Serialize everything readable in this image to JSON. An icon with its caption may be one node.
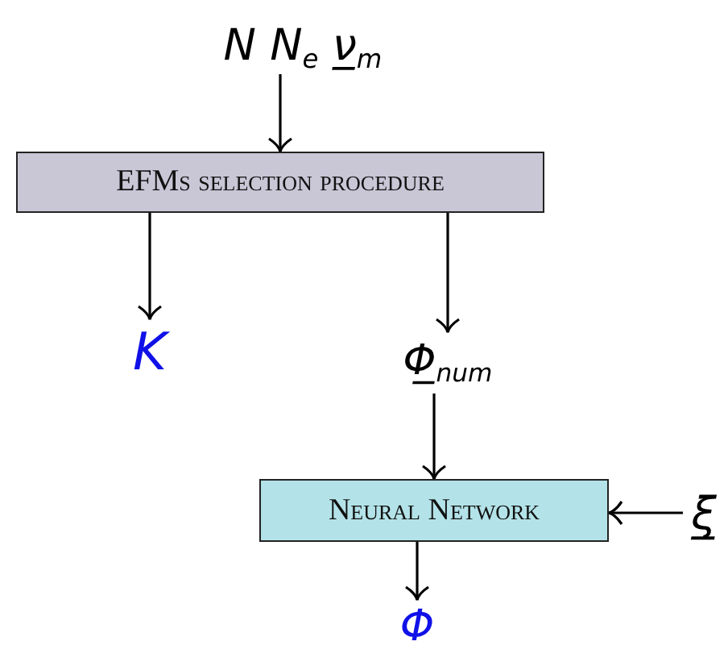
{
  "diagram": {
    "nodes": [
      {
        "text": [
          "N N$_{e}$ ν̲$_{m}$"
        ]
      },
      {
        "text": [
          "EFMs selection procedure"
        ]
      },
      {
        "text": [
          "K"
        ]
      },
      {
        "text": [
          "Φ̲$_{num}$"
        ]
      },
      {
        "text": [
          "Neural Network"
        ]
      },
      {
        "text": [
          "ξ̲"
        ]
      },
      {
        "text": [
          "Φ"
        ]
      }
    ],
    "edges": [
      {
        "from": 0,
        "to": 1,
        "arrow": "to"
      },
      {
        "from": 1,
        "to": 2,
        "arrow": "to"
      },
      {
        "from": 1,
        "to": 3,
        "arrow": "to"
      },
      {
        "from": 3,
        "to": 4,
        "arrow": "to"
      },
      {
        "from": 5,
        "to": 4,
        "arrow": "to"
      },
      {
        "from": 4,
        "to": 6,
        "arrow": "to"
      }
    ]
  }
}
